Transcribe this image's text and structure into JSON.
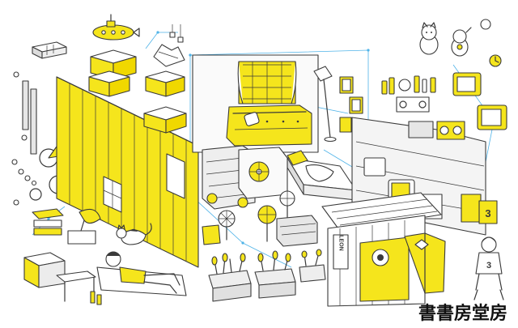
{
  "colors": {
    "accent": "#f5e51c",
    "ink": "#3a3a3a",
    "leader": "#4fb3e8",
    "paper": "#ffffff",
    "grey": "#cfcfcf"
  },
  "shop_sign": {
    "text": "LEON"
  },
  "tshirt": {
    "number": "3"
  },
  "speaker_box": {
    "number": "3"
  },
  "logo": {
    "wordmark": "書書房堂房",
    "style": "black-calligraphic"
  },
  "icons": [
    "submarine-icon",
    "bicycle-icon",
    "grandfather-clock-icon",
    "sofa-icon",
    "cat-icon",
    "gramophone-icon",
    "maneki-neko-icon",
    "fan-icon",
    "tv-icon",
    "floor-lamp-icon",
    "bed-icon",
    "plant-icon",
    "clock-icon",
    "bottle-icon"
  ]
}
